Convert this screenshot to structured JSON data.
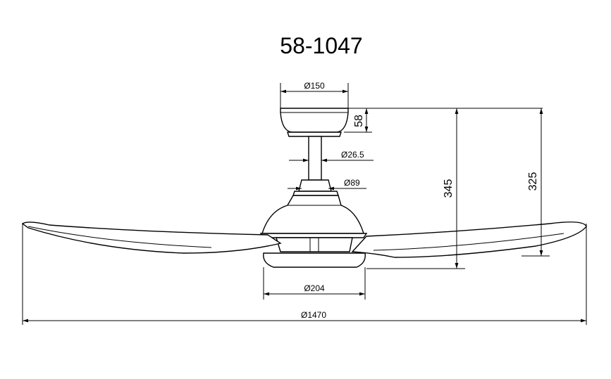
{
  "title": "58-1047",
  "dimensions": {
    "canopy_diameter": "Ø150",
    "canopy_height": "58",
    "downrod_diameter": "Ø26.5",
    "collar_diameter": "Ø89",
    "height_overall": "345",
    "height_to_blade": "325",
    "light_diameter": "Ø204",
    "span_diameter": "Ø1470"
  }
}
